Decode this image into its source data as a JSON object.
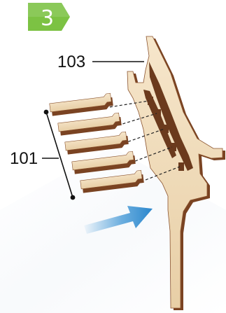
{
  "step": {
    "number": "3"
  },
  "callouts": {
    "frame_part": "103",
    "slat_group": "101"
  },
  "colors": {
    "badge": "#7cc243",
    "wood_face": "#f0dcbc",
    "wood_edge": "#7a4322",
    "arrow": "#3d95d5",
    "leader": "#111111"
  },
  "icons": {
    "assembly_arrow": "arrow-right-icon"
  }
}
